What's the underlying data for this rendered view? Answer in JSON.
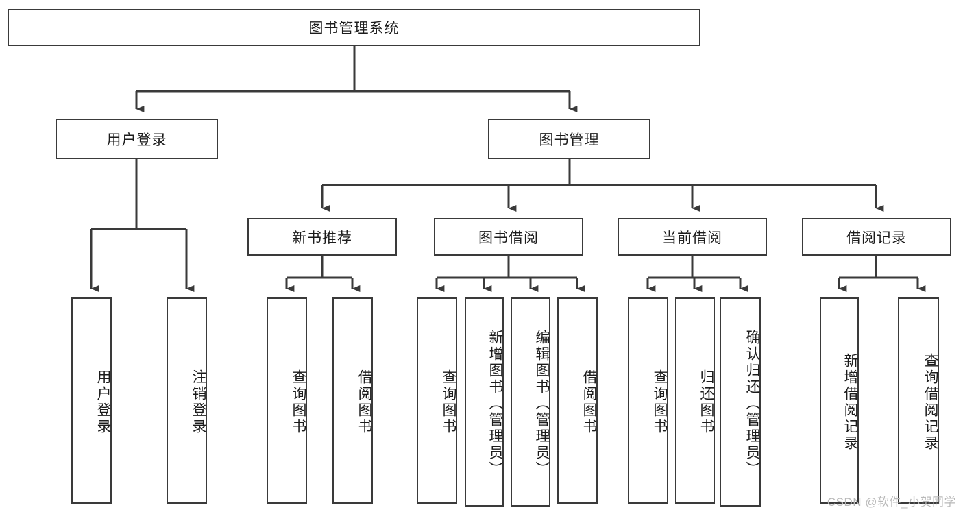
{
  "diagram": {
    "title_box": {
      "label": "图书管理系统"
    },
    "level2": [
      {
        "id": "user-login",
        "label": "用户登录"
      },
      {
        "id": "book-manage",
        "label": "图书管理"
      }
    ],
    "level3": [
      {
        "id": "new-book-recommend",
        "label": "新书推荐"
      },
      {
        "id": "book-borrow",
        "label": "图书借阅"
      },
      {
        "id": "current-borrow",
        "label": "当前借阅"
      },
      {
        "id": "borrow-record",
        "label": "借阅记录"
      }
    ],
    "leaves": [
      {
        "id": "leaf-user-login",
        "label": "用户登录"
      },
      {
        "id": "leaf-logout-login",
        "label": "注销登录"
      },
      {
        "id": "leaf-query-book-1",
        "label": "查询图书"
      },
      {
        "id": "leaf-borrow-book-1",
        "label": "借阅图书"
      },
      {
        "id": "leaf-query-book-2",
        "label": "查询图书"
      },
      {
        "id": "leaf-add-book-admin",
        "label": "新增图书（管理员）"
      },
      {
        "id": "leaf-edit-book-admin",
        "label": "编辑图书（管理员）"
      },
      {
        "id": "leaf-borrow-book-2",
        "label": "借阅图书"
      },
      {
        "id": "leaf-query-book-3",
        "label": "查询图书"
      },
      {
        "id": "leaf-return-book",
        "label": "归还图书"
      },
      {
        "id": "leaf-confirm-return-admin",
        "label": "确认归还（管理员）"
      },
      {
        "id": "leaf-add-borrow-record",
        "label": "新增借阅记录"
      },
      {
        "id": "leaf-query-borrow-record",
        "label": "查询借阅记录"
      }
    ],
    "watermark": "CSDN @软件_小贺同学",
    "colors": {
      "stroke": "#3a3a3a",
      "fill": "#ffffff",
      "text": "#1c1c1c",
      "watermark": "#b9b9b9"
    }
  },
  "chart_data": {
    "type": "diagram",
    "title": "图书管理系统",
    "tree": {
      "label": "图书管理系统",
      "children": [
        {
          "label": "用户登录",
          "children": [
            {
              "label": "用户登录"
            },
            {
              "label": "注销登录"
            }
          ]
        },
        {
          "label": "图书管理",
          "children": [
            {
              "label": "新书推荐",
              "children": [
                {
                  "label": "查询图书"
                },
                {
                  "label": "借阅图书"
                }
              ]
            },
            {
              "label": "图书借阅",
              "children": [
                {
                  "label": "查询图书"
                },
                {
                  "label": "新增图书（管理员）"
                },
                {
                  "label": "编辑图书（管理员）"
                },
                {
                  "label": "借阅图书"
                }
              ]
            },
            {
              "label": "当前借阅",
              "children": [
                {
                  "label": "查询图书"
                },
                {
                  "label": "归还图书"
                },
                {
                  "label": "确认归还（管理员）"
                }
              ]
            },
            {
              "label": "借阅记录",
              "children": [
                {
                  "label": "新增借阅记录"
                },
                {
                  "label": "查询借阅记录"
                }
              ]
            }
          ]
        }
      ]
    }
  }
}
